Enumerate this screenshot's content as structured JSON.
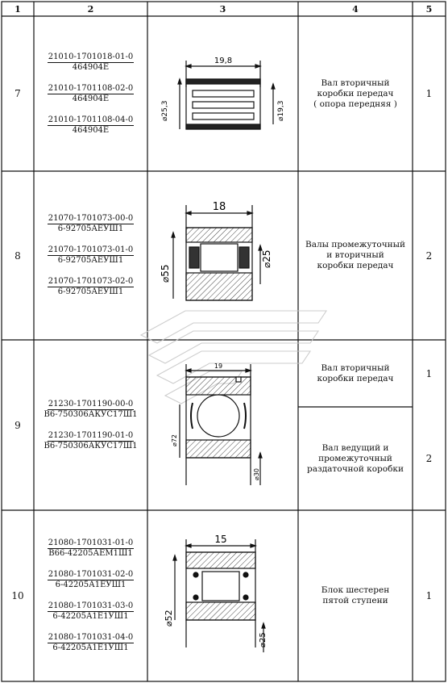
{
  "header": [
    "1",
    "2",
    "3",
    "4",
    "5"
  ],
  "rows": [
    {
      "num": "7",
      "codes": [
        {
          "top": "21010-1701018-01-0",
          "bottom": "464904E"
        },
        {
          "top": "21010-1701108-02-0",
          "bottom": "464904E"
        },
        {
          "top": "21010-1701108-04-0",
          "bottom": "464904E"
        }
      ],
      "dims": {
        "width": "19,8",
        "outer": "⌀25,3",
        "inner": "⌀19,3"
      },
      "desc": [
        "Вал вторичный",
        "коробки передач",
        "( опора передняя )"
      ],
      "qty": "1"
    },
    {
      "num": "8",
      "codes": [
        {
          "top": "21070-1701073-00-0",
          "bottom": "6-92705АЕУШ1"
        },
        {
          "top": "21070-1701073-01-0",
          "bottom": "6-92705АЕУШ1"
        },
        {
          "top": "21070-1701073-02-0",
          "bottom": "6-92705АЕУШ1"
        }
      ],
      "dims": {
        "width": "18",
        "outer": "⌀55",
        "inner": "⌀25"
      },
      "desc": [
        "Валы промежуточный",
        "и вторичный",
        "коробки передач"
      ],
      "qty": "2"
    },
    {
      "num": "9",
      "codes": [
        {
          "top": "21230-1701190-00-0",
          "bottom": "В6-750306АКУС17Ш1"
        },
        {
          "top": "21230-1701190-01-0",
          "bottom": "В6-750306АКУС17Ш1"
        }
      ],
      "dims": {
        "width": "19",
        "outer": "⌀72",
        "inner": "⌀30"
      },
      "desc_a": [
        "Вал вторичный",
        "коробки передач"
      ],
      "qty_a": "1",
      "desc_b": [
        "Вал ведущий и",
        "промежуточный",
        "раздаточной коробки"
      ],
      "qty_b": "2"
    },
    {
      "num": "10",
      "codes": [
        {
          "top": "21080-1701031-01-0",
          "bottom": "В66-42205АЕМ1Ш1"
        },
        {
          "top": "21080-1701031-02-0",
          "bottom": "6-42205А1ЕУШ1"
        },
        {
          "top": "21080-1701031-03-0",
          "bottom": "6-42205А1Е1УШ1"
        },
        {
          "top": "21080-1701031-04-0",
          "bottom": "6-42205А1Е1УШ1"
        }
      ],
      "dims": {
        "width": "15",
        "outer": "⌀52",
        "inner": "⌀25"
      },
      "desc": [
        "Блок шестерен",
        "пятой ступени"
      ],
      "qty": "1"
    }
  ]
}
